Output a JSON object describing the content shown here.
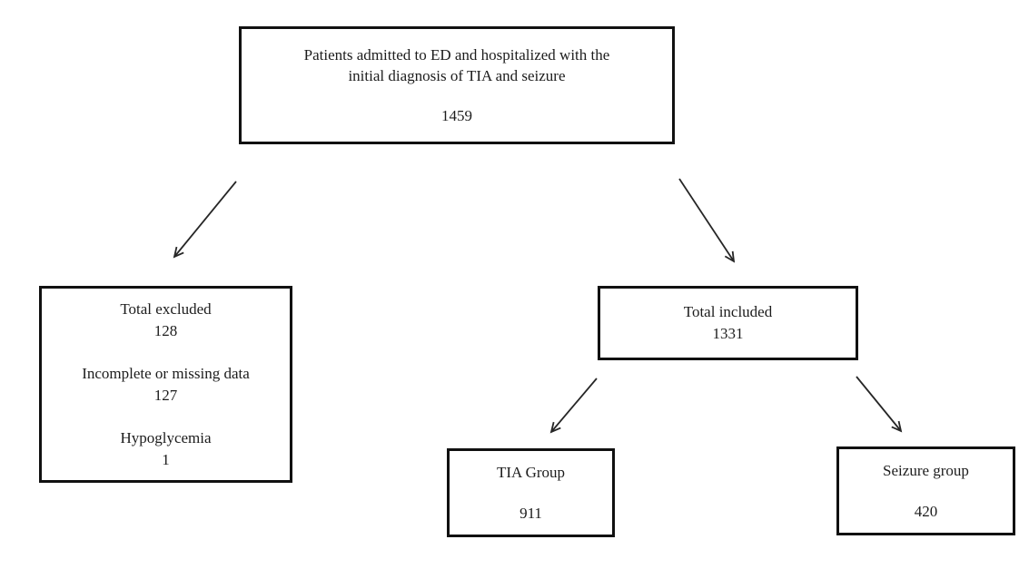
{
  "flowchart": {
    "colors": {
      "background": "#ffffff",
      "box_border": "#111111",
      "text": "#1c1c1c",
      "arrow": "#262626"
    },
    "boxes": {
      "admitted": {
        "label_line1": "Patients admitted to ED and hospitalized with the",
        "label_line2": "initial diagnosis of TIA and seizure",
        "count": "1459"
      },
      "excluded": {
        "items": [
          {
            "label": "Total excluded",
            "count": "128"
          },
          {
            "label": "Incomplete or missing data",
            "count": "127"
          },
          {
            "label": "Hypoglycemia",
            "count": "1"
          }
        ]
      },
      "included": {
        "label": "Total included",
        "count": "1331"
      },
      "tia": {
        "label": "TIA Group",
        "count": "911"
      },
      "seizure": {
        "label": "Seizure group",
        "count": "420"
      }
    },
    "edges": [
      {
        "from": "admitted",
        "to": "excluded"
      },
      {
        "from": "admitted",
        "to": "included"
      },
      {
        "from": "included",
        "to": "tia"
      },
      {
        "from": "included",
        "to": "seizure"
      }
    ]
  }
}
